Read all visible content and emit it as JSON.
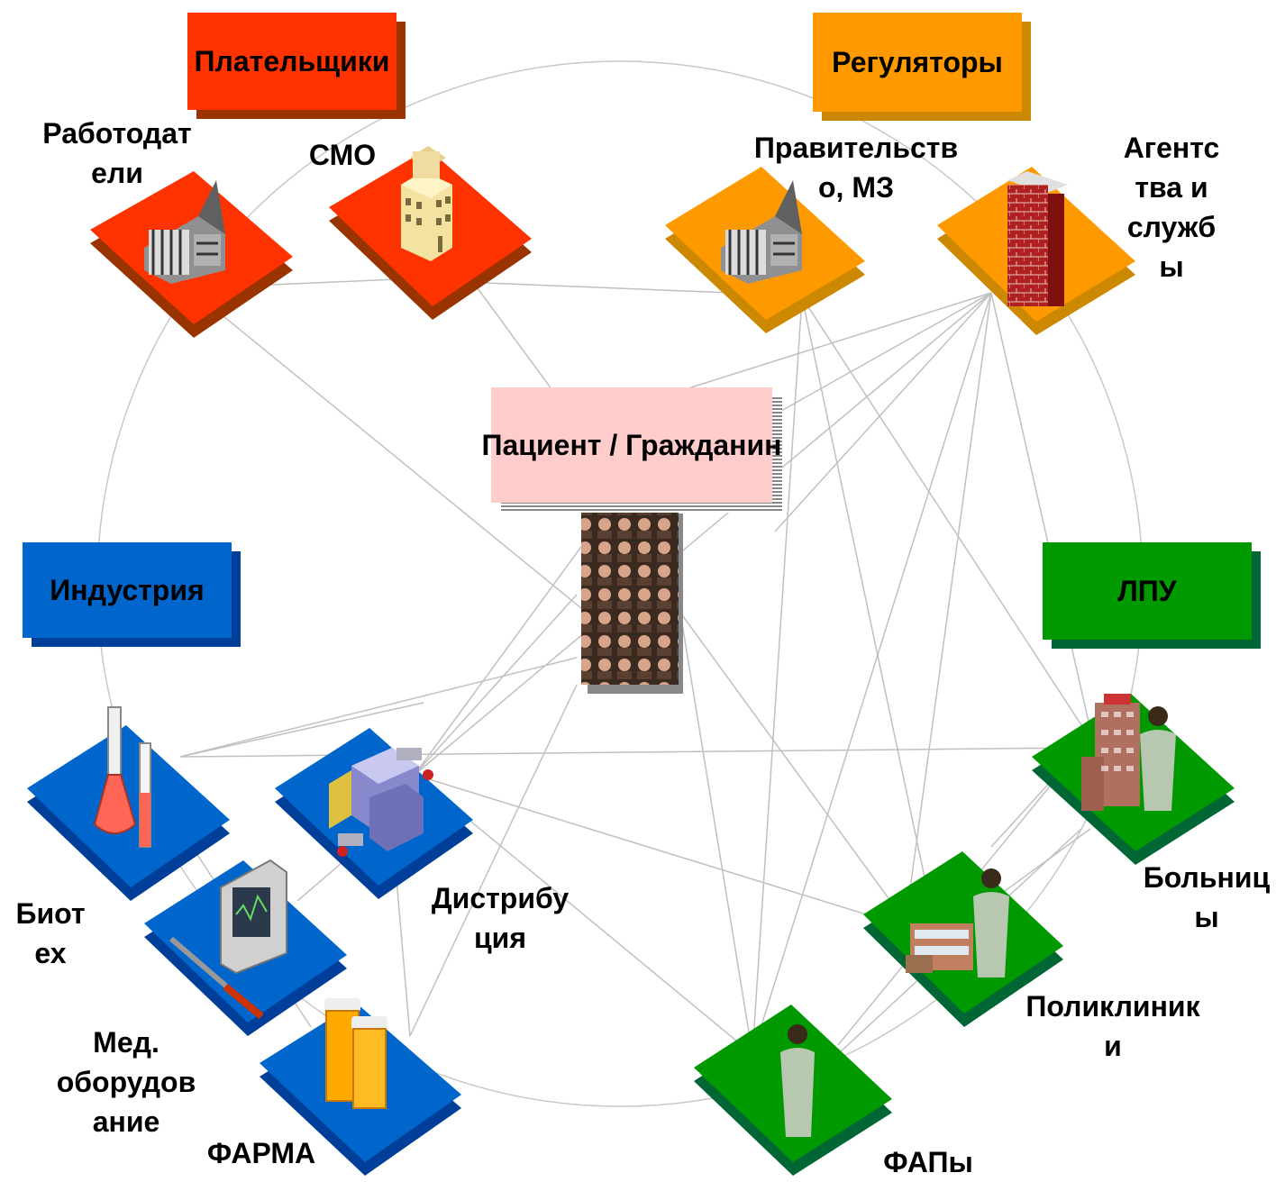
{
  "groups": {
    "payers": "Плательщики",
    "regulators": "Регуляторы",
    "industry": "Индустрия",
    "providers": "ЛПУ",
    "center": "Пациент / Гражданин"
  },
  "nodes": {
    "employers": "Работодат\nели",
    "smo": "СМО",
    "government": "Правительств\nо, МЗ",
    "agencies": "Агентс\nтва и\nслужб\nы",
    "biotech": "Биот\nех",
    "distribution": "Дистрибу\nция",
    "medequipment": "Мед.\nоборудов\nание",
    "pharma": "ФАРМА",
    "hospitals": "Больниц\nы",
    "polyclinics": "Поликлиник\nи",
    "faps": "ФАПы"
  },
  "colors": {
    "payers": "#ff3300",
    "regulators": "#ff9900",
    "industry": "#0066cc",
    "providers": "#009900",
    "center": "#ffcccc"
  }
}
